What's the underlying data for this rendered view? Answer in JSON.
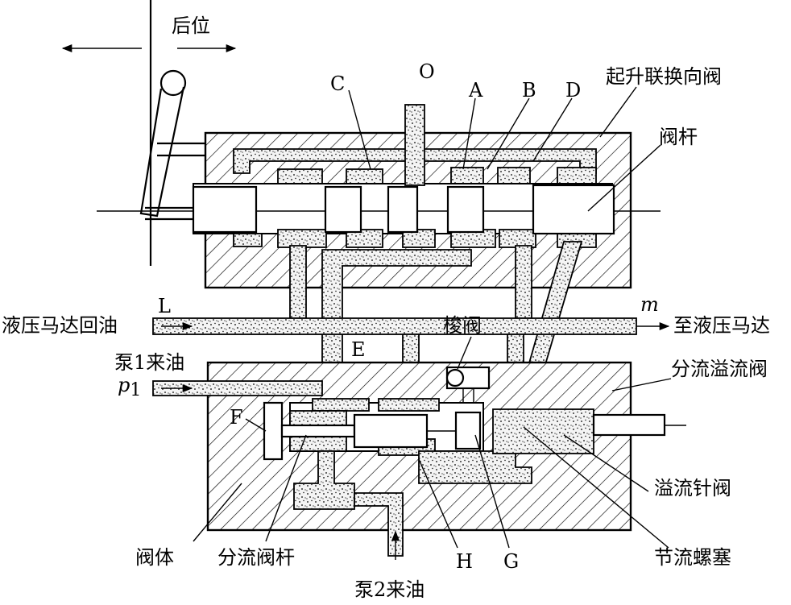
{
  "labels": {
    "rear_position": "后位",
    "o": "O",
    "c": "C",
    "a": "A",
    "b": "B",
    "d": "D",
    "lift_valve": "起升联换向阀",
    "valve_rod": "阀杆",
    "l": "L",
    "motor_return": "液压马达回油",
    "m": "m",
    "to_motor": "至液压马达",
    "shuttle_valve": "梭阀",
    "e": "E",
    "pump1_inlet": "泵1来油",
    "p1": "p",
    "p1_sub": "1",
    "flow_relief_valve": "分流溢流阀",
    "f": "F",
    "relief_needle": "溢流针阀",
    "valve_body": "阀体",
    "divider_rod": "分流阀杆",
    "h": "H",
    "g": "G",
    "throttle_plug": "节流螺塞",
    "pump2_inlet": "泵2来油"
  },
  "colors": {
    "line": "#000000",
    "background": "#ffffff"
  }
}
